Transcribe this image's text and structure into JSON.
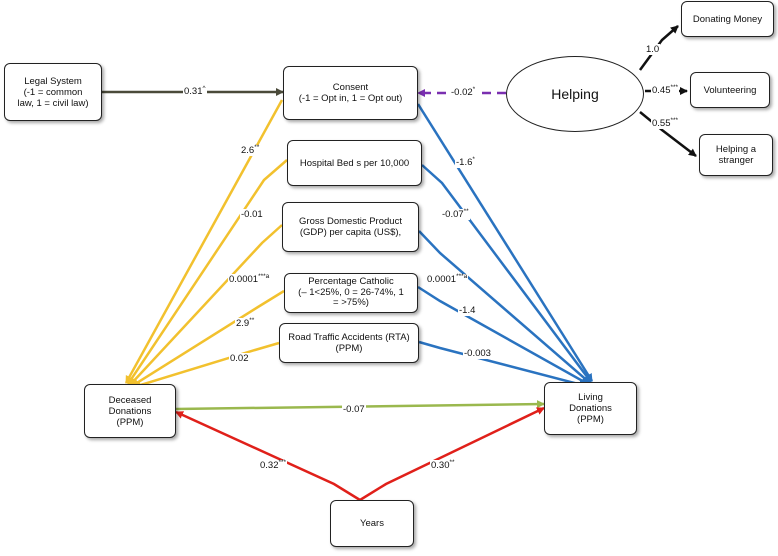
{
  "nodes": {
    "legal_system": [
      "Legal System",
      "(-1 = common",
      "law, 1 = civil law)"
    ],
    "consent": [
      "Consent",
      "(-1 = Opt in, 1 = Opt out)"
    ],
    "helping": "Helping",
    "donating_money": "Donating Money",
    "volunteering": "Volunteering",
    "helping_stranger": [
      "Helping a",
      "stranger"
    ],
    "hospital_beds": "Hospital Bed s per 10,000",
    "gdp": [
      "Gross Domestic Product",
      "(GDP) per capita (US$),"
    ],
    "catholic": [
      "Percentage Catholic",
      "(– 1<25%, 0 = 26-74%, 1",
      "= >75%)"
    ],
    "rta": [
      "Road Traffic Accidents (RTA)",
      "(PPM)"
    ],
    "deceased": [
      "Deceased",
      "Donations",
      "(PPM)"
    ],
    "living": [
      "Living",
      "Donations",
      "(PPM)"
    ],
    "years": "Years"
  },
  "coefficients": {
    "legal_consent": {
      "value": "0.31",
      "sig": "^"
    },
    "helping_consent": {
      "value": "-0.02",
      "sig": "*"
    },
    "helping_money": {
      "value": "1.0",
      "sig": ""
    },
    "helping_volunteering": {
      "value": "0.45",
      "sig": "***"
    },
    "helping_stranger": {
      "value": "0.55",
      "sig": "***"
    },
    "consent_deceased": {
      "value": "2.6",
      "sig": "**"
    },
    "consent_living": {
      "value": "-1.6",
      "sig": "*"
    },
    "beds_deceased": {
      "value": "-0.01",
      "sig": ""
    },
    "beds_living": {
      "value": "-0.07",
      "sig": "**"
    },
    "gdp_deceased": {
      "value": "0.0001",
      "sig": "***a"
    },
    "gdp_living": {
      "value": "0.0001",
      "sig": "***a"
    },
    "catholic_deceased": {
      "value": "2.9",
      "sig": "**"
    },
    "catholic_living": {
      "value": "-1.4",
      "sig": ""
    },
    "rta_deceased": {
      "value": "0.02",
      "sig": ""
    },
    "rta_living": {
      "value": "-0.003",
      "sig": ""
    },
    "deceased_living": {
      "value": "-0.07",
      "sig": ""
    },
    "years_deceased": {
      "value": "0.32",
      "sig": "***"
    },
    "years_living": {
      "value": "0.30",
      "sig": "**"
    }
  },
  "colors": {
    "dark_olive": "#4a4a3a",
    "purple": "#7a2fb0",
    "black": "#111111",
    "yellow": "#f2c12e",
    "blue": "#2a73c0",
    "green": "#9ab84e",
    "red": "#e0201a"
  }
}
